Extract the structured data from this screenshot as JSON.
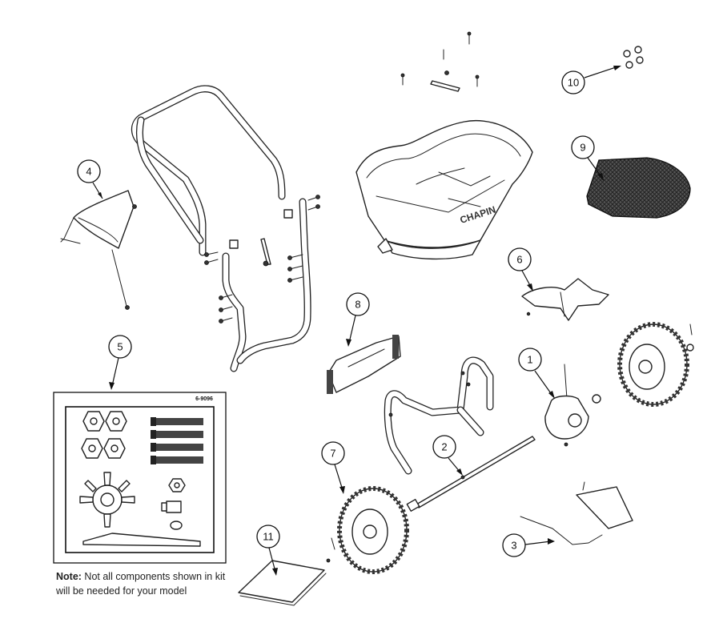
{
  "diagram": {
    "callouts": [
      {
        "id": "callout-1",
        "label": "1"
      },
      {
        "id": "callout-2",
        "label": "2"
      },
      {
        "id": "callout-3",
        "label": "3"
      },
      {
        "id": "callout-4",
        "label": "4"
      },
      {
        "id": "callout-5",
        "label": "5"
      },
      {
        "id": "callout-6",
        "label": "6"
      },
      {
        "id": "callout-7",
        "label": "7"
      },
      {
        "id": "callout-8",
        "label": "8"
      },
      {
        "id": "callout-9",
        "label": "9"
      },
      {
        "id": "callout-10",
        "label": "10"
      },
      {
        "id": "callout-11",
        "label": "11"
      }
    ],
    "hopper_brand": "CHAPIN",
    "kit_code": "6-9096",
    "note_prefix": "Note:",
    "note_text": " Not all components shown in kit will be needed for your model"
  }
}
